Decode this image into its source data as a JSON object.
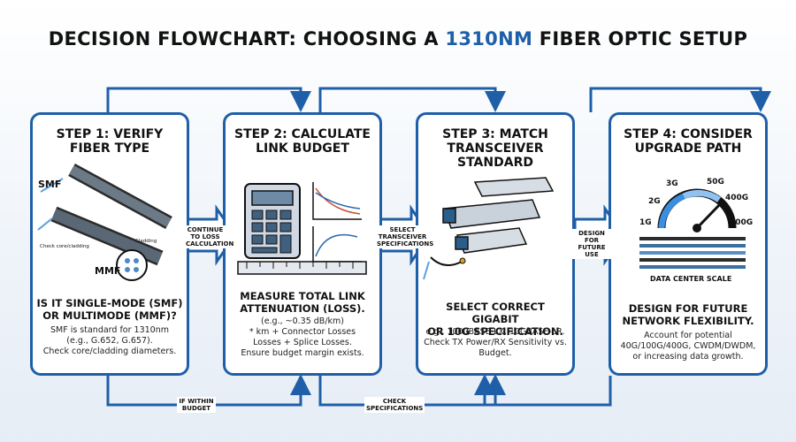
{
  "title": {
    "pre": "DECISION FLOWCHART: CHOOSING A ",
    "highlight": "1310NM",
    "post": " FIBER OPTIC SETUP"
  },
  "colors": {
    "accent": "#1f5fa8",
    "arrow": "#1f5fa8",
    "text": "#111111"
  },
  "steps": [
    {
      "title_lines": [
        "STEP 1: VERIFY",
        "FIBER TYPE"
      ],
      "question_lines": [
        "IS IT SINGLE-MODE (SMF)",
        "OR MULTIMODE (MMF)?"
      ],
      "detail_lines": [
        "SMF is standard for 1310nm",
        "(e.g., G.652, G.657).",
        "Check core/cladding diameters."
      ],
      "icon": "fiber-cable-icon",
      "icon_labels": {
        "smf": "SMF",
        "mmf": "MMF",
        "core": "Check core/cladding",
        "cladding": "Cladding"
      }
    },
    {
      "title_lines": [
        "STEP 2: CALCULATE",
        "LINK BUDGET"
      ],
      "question_lines": [
        "MEASURE TOTAL LINK",
        "ATTENUATION (LOSS)."
      ],
      "detail_lines": [
        "(e.g., ~0.35 dB/km)",
        "* km + Connector Losses",
        "Losses + Splice Losses.",
        "Ensure budget margin exists."
      ],
      "icon": "calculator-icon"
    },
    {
      "title_lines": [
        "STEP 3: MATCH",
        "TRANSCEIVER",
        "STANDARD"
      ],
      "question_lines": [
        "SELECT CORRECT GIGABIT",
        "OR 10G SPECIFICATION."
      ],
      "detail_lines": [
        "e.g., 1000BASE-LX, 10GBASE-LR.",
        "Check TX Power/RX Sensitivity vs.",
        "Budget."
      ],
      "icon": "transceiver-icon"
    },
    {
      "title_lines": [
        "STEP 4: CONSIDER",
        "UPGRADE PATH"
      ],
      "question_lines": [
        "DESIGN FOR FUTURE",
        "NETWORK FLEXIBILITY."
      ],
      "detail_lines": [
        "Account for potential",
        "40G/100G/400G, CWDM/DWDM,",
        "or increasing data growth."
      ],
      "icon": "speed-gauge-icon",
      "icon_labels": {
        "g1": "1G",
        "g2": "2G",
        "g3": "3G",
        "g50": "50G",
        "g400": "400G",
        "g400b": "400G",
        "scale": "DATA CENTER SCALE"
      }
    }
  ],
  "connectors": {
    "forward": [
      [
        "CONTINUE",
        "TO LOSS",
        "CALCULATION"
      ],
      [
        "SELECT",
        "TRANSCEIVER",
        "SPECIFICATIONS"
      ],
      [
        "DESIGN FOR",
        "FUTURE USE"
      ]
    ],
    "bottom": [
      [
        "IF WITHIN",
        "BUDGET"
      ],
      [
        "CHECK",
        "SPECIFICATIONS"
      ]
    ]
  }
}
